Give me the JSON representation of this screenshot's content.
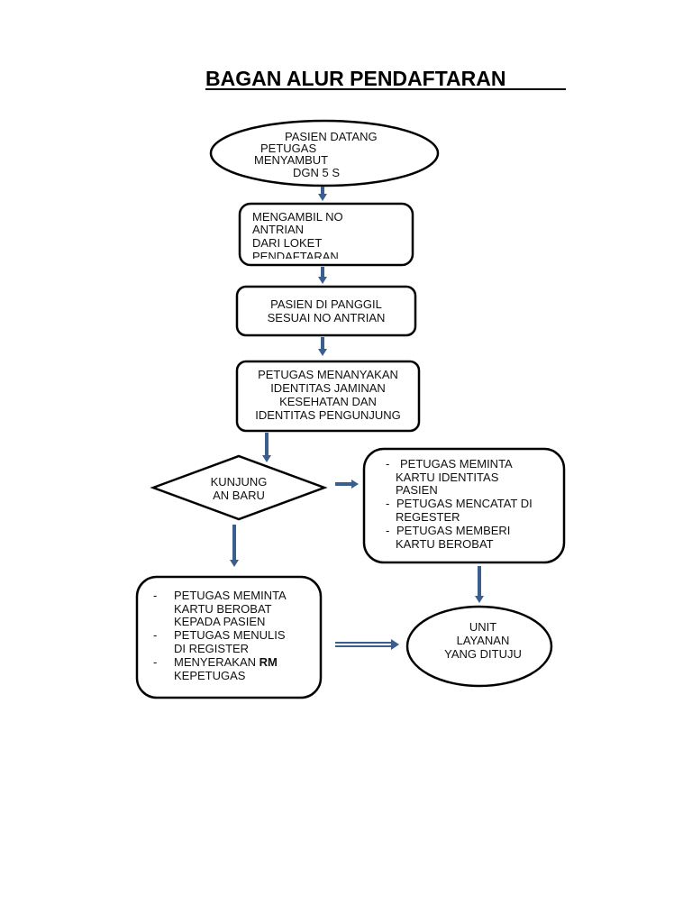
{
  "title": "BAGAN ALUR PENDAFTARAN",
  "arrow_color": "#3b5e8f",
  "nodes": {
    "start": {
      "lines": [
        "PASIEN DATANG",
        "PETUGAS",
        "MENYAMBUT",
        "DGN 5 S"
      ]
    },
    "step1": {
      "lines": [
        "MENGAMBIL  NO",
        "ANTRIAN",
        "DARI LOKET",
        "PENDAFTARAN"
      ]
    },
    "step2": {
      "lines": [
        "PASIEN DI PANGGIL",
        "SESUAI NO ANTRIAN"
      ]
    },
    "step3": {
      "lines": [
        "PETUGAS MENANYAKAN",
        "IDENTITAS JAMINAN",
        "KESEHATAN DAN",
        "IDENTITAS PENGUNJUNG"
      ]
    },
    "decision": {
      "lines": [
        "KUNJUNG",
        "AN BARU"
      ]
    },
    "new_visit": {
      "bullet": "-",
      "lines": [
        "PETUGAS MEMINTA",
        "KARTU  IDENTITAS",
        "PASIEN",
        "PETUGAS  MENCATAT DI",
        "REGESTER",
        "PETUGAS MEMBERI",
        "KARTU BEROBAT"
      ]
    },
    "old_visit": {
      "bullet": "-",
      "lines": [
        "PETUGAS MEMINTA",
        "KARTU  BEROBAT",
        "KEPADA PASIEN",
        "PETUGAS MENULIS",
        "DI REGISTER",
        "MENYERAKAN ",
        "RM",
        "KEPETUGAS"
      ]
    },
    "end": {
      "lines": [
        "UNIT",
        "LAYANAN",
        "YANG DITUJU"
      ]
    }
  }
}
